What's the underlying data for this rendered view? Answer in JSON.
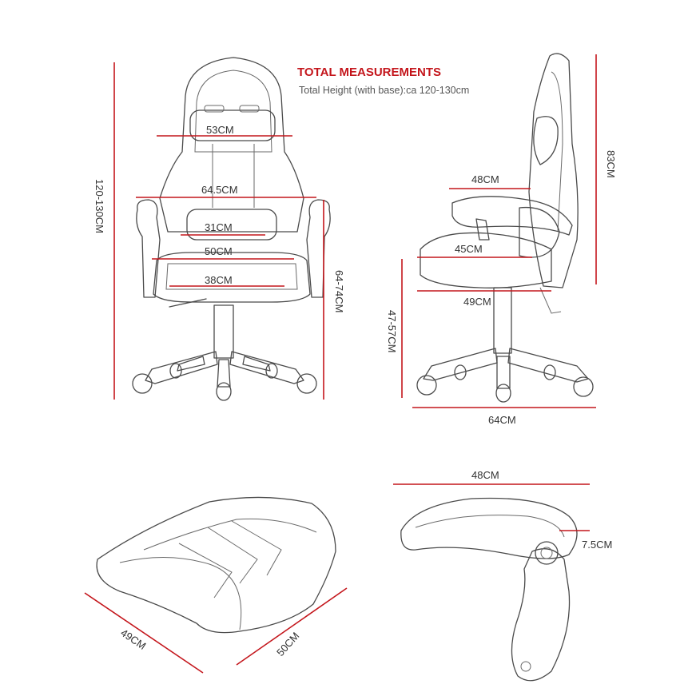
{
  "header": {
    "title": "TOTAL MEASUREMENTS",
    "subtitle": "Total Height (with base):ca 120-130cm"
  },
  "front_view": {
    "total_height": "120-130CM",
    "headrest_width": "53CM",
    "armrest_span": "64.5CM",
    "lumbar_width": "31CM",
    "seat_width": "50CM",
    "seat_depth": "38CM",
    "seat_height": "64-74CM"
  },
  "side_view": {
    "backrest_height": "83CM",
    "armrest_length": "48CM",
    "seat_depth": "45CM",
    "base_depth": "49CM",
    "seat_floor_height": "47-57CM",
    "base_diameter": "64CM"
  },
  "cushion_view": {
    "depth": "49CM",
    "width": "50CM"
  },
  "armrest_view": {
    "length": "48CM",
    "width": "7.5CM"
  },
  "colors": {
    "dimension_line": "#c4161c",
    "title": "#c4161c",
    "outline": "#4a4a4a",
    "text": "#333333"
  }
}
